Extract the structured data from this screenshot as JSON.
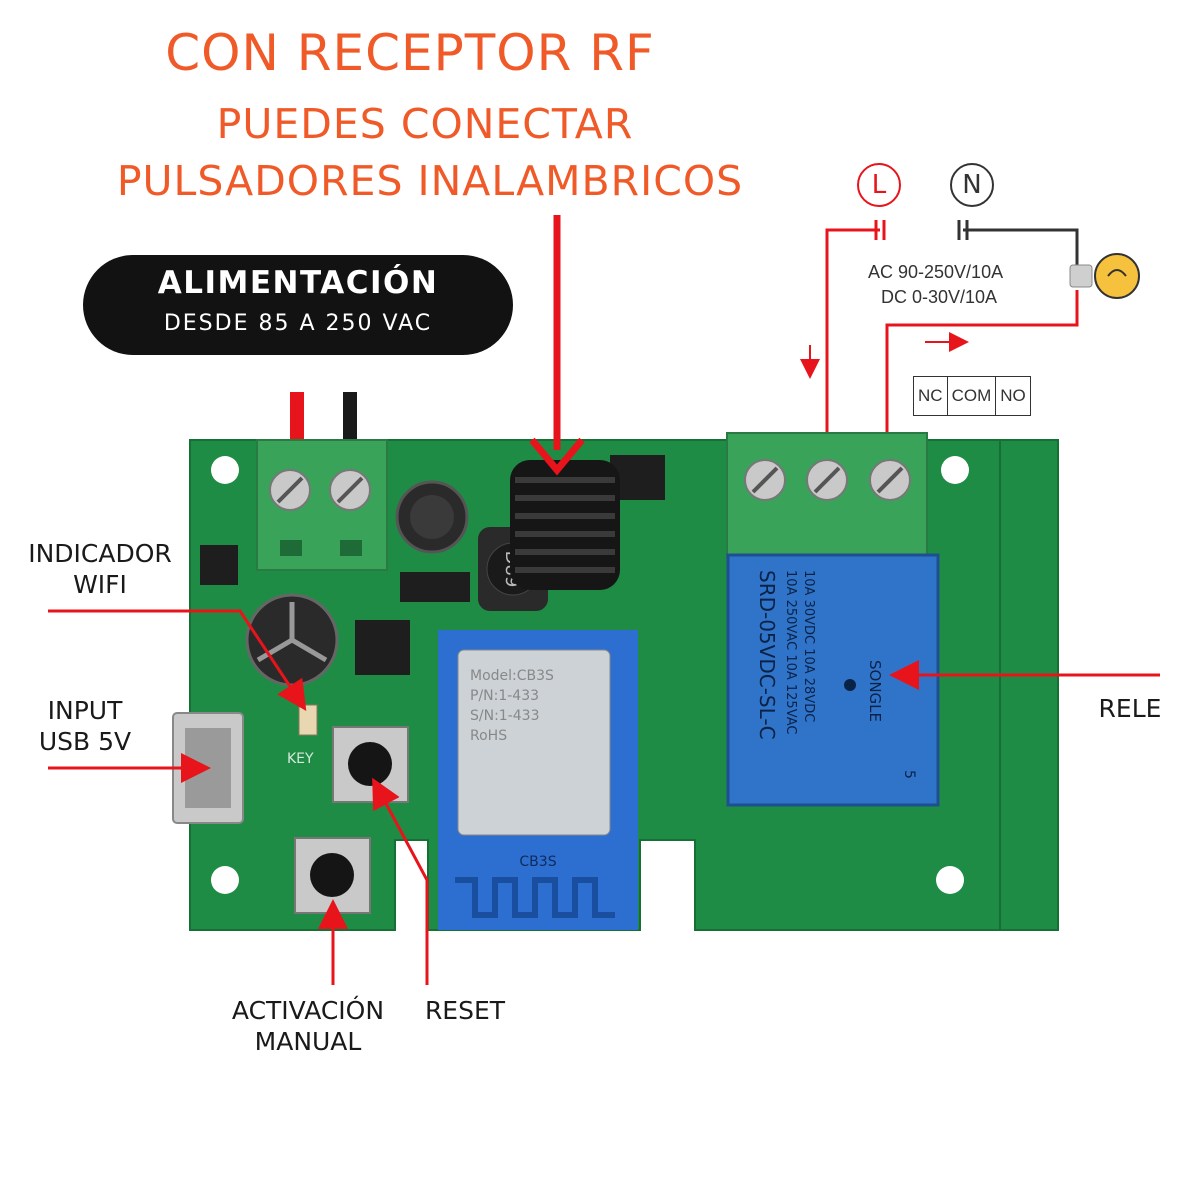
{
  "headline": {
    "line1": "CON RECEPTOR RF",
    "line2": "PUEDES CONECTAR",
    "line3": "PULSADORES INALAMBRICOS"
  },
  "power_badge": {
    "title": "ALIMENTACIÓN",
    "subtitle": "DESDE 85 A 250 VAC"
  },
  "wiring": {
    "live_symbol": "L",
    "neutral_symbol": "N",
    "spec_ac": "AC 90-250V/10A",
    "spec_dc": "DC 0-30V/10A",
    "terminals": [
      "NC",
      "COM",
      "NO"
    ]
  },
  "callouts": {
    "wifi_indicator": [
      "INDICADOR",
      "WIFI"
    ],
    "usb_input": [
      "INPUT",
      "USB 5V"
    ],
    "relay": "RELE",
    "manual": [
      "ACTIVACIÓN",
      "MANUAL"
    ],
    "reset": "RESET"
  },
  "board": {
    "key_label": "KEY",
    "module_silk": "CB3S",
    "module_lines": [
      "Model:CB3S",
      "P/N:1-433",
      "S/N:1-433",
      "RoHS"
    ],
    "inductor_mark": "D89",
    "relay_lines": [
      "SRD-05VDC-SL-C",
      "10A 250VAC 10A 125VAC",
      "10A 30VDC 10A 28VDC",
      "SONGLE",
      "5"
    ]
  },
  "colors": {
    "headline": "#f05a28",
    "arrow": "#e8141b",
    "pcb": "#1f8c45",
    "relay": "#2f74c8",
    "terminal_block": "#3aa35a"
  }
}
